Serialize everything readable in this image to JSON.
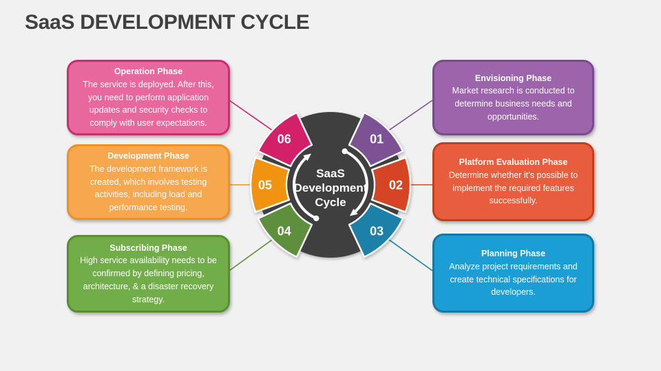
{
  "slide_title": "SaaS DEVELOPMENT CYCLE",
  "center_label_lines": [
    "SaaS",
    "Development",
    "Cycle"
  ],
  "colors": {
    "background": "#f1f1f2",
    "title_text": "#404040",
    "center_circle": "#3f3f3f",
    "text_on_color": "#ffffff"
  },
  "phases": [
    {
      "num": "01",
      "name": "Envisioning Phase",
      "desc": "Market research is conducted to determine business needs and opportunities.",
      "wedge_color": "#7c5295",
      "box_fill": "#9c64ab",
      "box_border": "#7b4a8c"
    },
    {
      "num": "02",
      "name": "Platform Evaluation Phase",
      "desc": "Determine whether it’s possible to implement the required features successfully.",
      "wedge_color": "#d54423",
      "box_fill": "#e75d3d",
      "box_border": "#c63d18"
    },
    {
      "num": "03",
      "name": "Planning Phase",
      "desc": "Analyze project requirements and create technical specifications for developers.",
      "wedge_color": "#1c80a8",
      "box_fill": "#1b9ed4",
      "box_border": "#1179a6"
    },
    {
      "num": "04",
      "name": "Subscribing Phase",
      "desc": "High service availability needs to be confirmed by defining pricing, architecture, & a disaster recovery strategy.",
      "wedge_color": "#5d8f3d",
      "box_fill": "#71ae49",
      "box_border": "#549032"
    },
    {
      "num": "05",
      "name": "Development Phase",
      "desc": "The development framework is created, which involves testing activities, including load and performance testing.",
      "wedge_color": "#f09310",
      "box_fill": "#f7a74e",
      "box_border": "#ee9122"
    },
    {
      "num": "06",
      "name": "Operation Phase",
      "desc": "The service is deployed. After this, you need to perform application updates and security checks to comply with user expectations.",
      "wedge_color": "#d42069",
      "box_fill": "#e8679d",
      "box_border": "#ce2c6e"
    }
  ]
}
